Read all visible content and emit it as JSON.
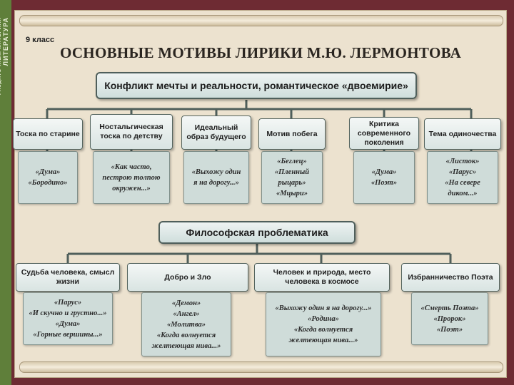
{
  "sidebar": {
    "subject": "ЛИТЕРАТУРА",
    "subtitle": "РАЗДАТОЧНЫЙ МАТЕРИАЛ"
  },
  "header": {
    "grade": "9 класс",
    "title": "ОСНОВНЫЕ МОТИВЫ ЛИРИКИ М.Ю. ЛЕРМОНТОВА"
  },
  "top_section": {
    "label": "Конфликт мечты и реальности, романтическое «двоемирие»",
    "themes": [
      {
        "label": "Тоска по старине",
        "works": [
          "«Дума»",
          "«Бородино»"
        ]
      },
      {
        "label": "Ностальгическая тоска по детству",
        "works": [
          "«Как часто,",
          "пестрою толпою",
          "окружен...»"
        ]
      },
      {
        "label": "Идеальный образ будущего",
        "works": [
          "«Выхожу один",
          "я на дорогу...»"
        ]
      },
      {
        "label": "Мотив побега",
        "works": [
          "«Беглец»",
          "«Пленный рыцарь»",
          "«Мцыри»"
        ]
      },
      {
        "label": "Критика современного поколения",
        "works": [
          "«Дума»",
          "«Поэт»"
        ]
      },
      {
        "label": "Тема одиночества",
        "works": [
          "«Листок»",
          "«Парус»",
          "«На севере",
          "диком...»"
        ]
      }
    ]
  },
  "bottom_section": {
    "label": "Философская проблематика",
    "themes": [
      {
        "label": "Судьба человека, смысл жизни",
        "works": [
          "«Парус»",
          "«И скучно и грустно...»",
          "«Дума»",
          "«Горные вершины...»"
        ]
      },
      {
        "label": "Добро и Зло",
        "works": [
          "«Демон»",
          "«Ангел»",
          "«Молитва»",
          "«Когда волнуется",
          "желтеющая нива...»"
        ]
      },
      {
        "label": "Человек и природа, место человека в космосе",
        "works": [
          "«Выхожу один я на дорогу...»",
          "«Родина»",
          "«Когда волнуется",
          "желтеющая нива...»"
        ]
      },
      {
        "label": "Избранничество Поэта",
        "works": [
          "«Смерть Поэта»",
          "«Пророк»",
          "«Поэт»"
        ]
      }
    ]
  }
}
